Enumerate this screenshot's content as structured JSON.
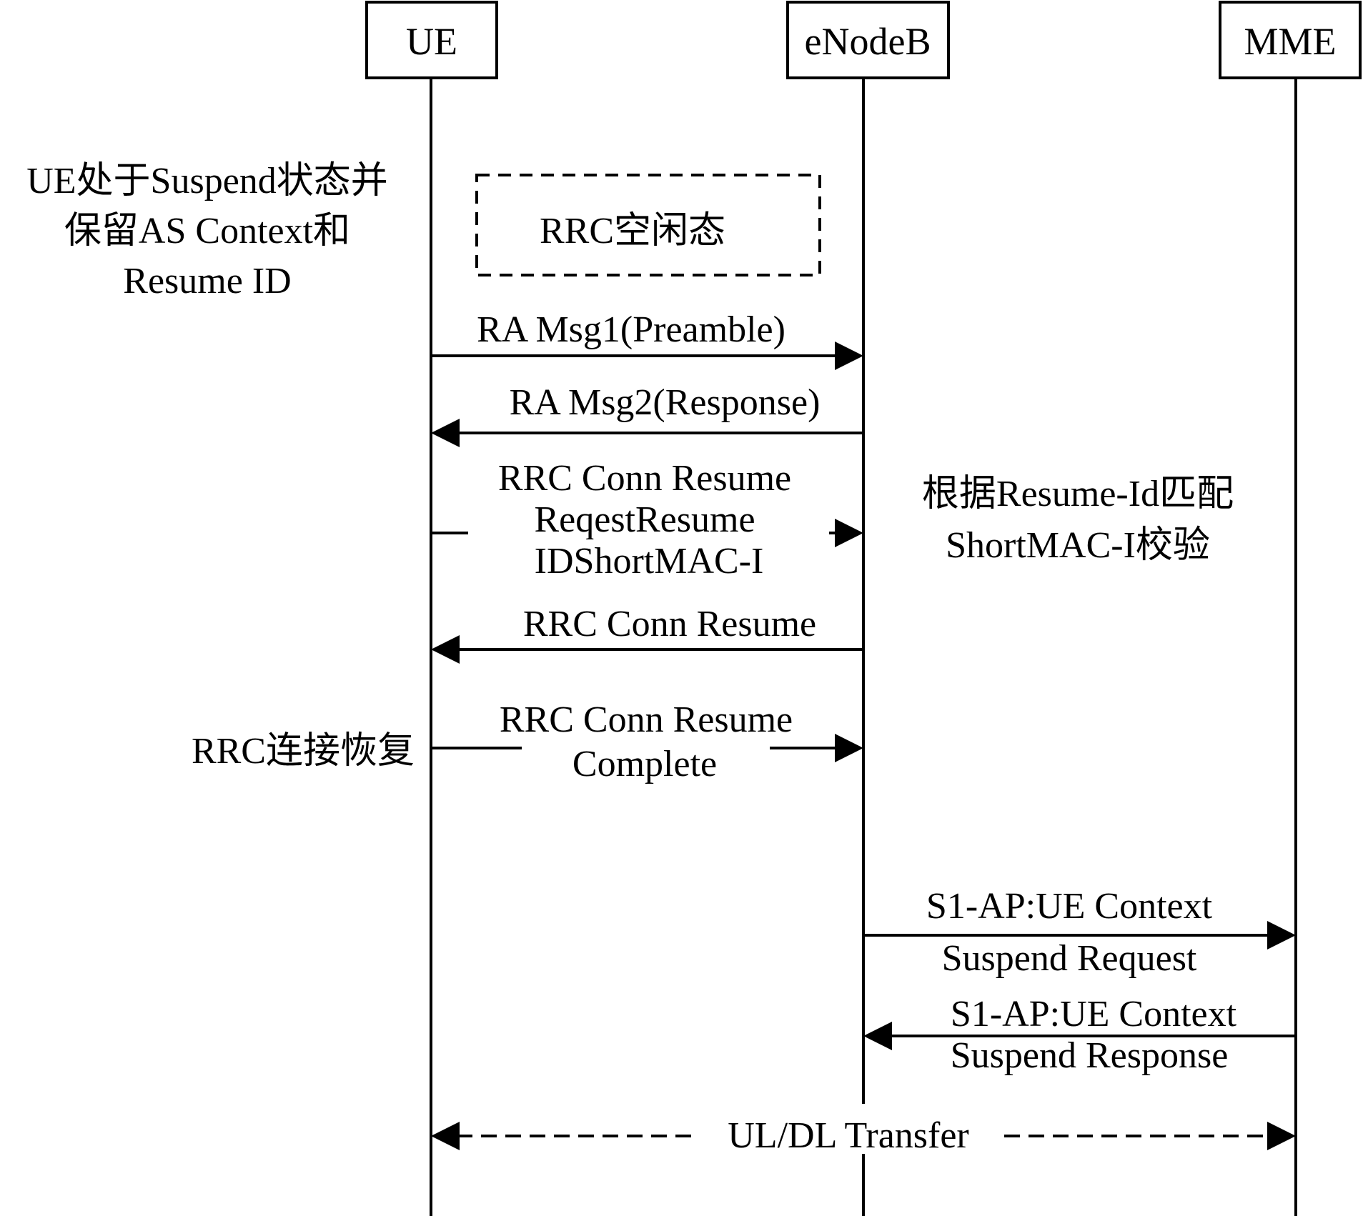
{
  "actors": [
    {
      "id": "ue",
      "label": "UE"
    },
    {
      "id": "enb",
      "label": "eNodeB"
    },
    {
      "id": "mme",
      "label": "MME"
    }
  ],
  "notes": {
    "ue_state": [
      "UE处于Suspend状态并",
      "保留AS Context和",
      "Resume ID"
    ],
    "rrc_idle": "RRC空闲态",
    "enb_check": [
      "根据Resume-Id匹配",
      "ShortMAC-I校验"
    ],
    "rrc_restore": "RRC连接恢复"
  },
  "messages": [
    {
      "id": "msg1",
      "lines": [
        "RA Msg1(Preamble)"
      ]
    },
    {
      "id": "msg2",
      "lines": [
        "RA Msg2(Response)"
      ]
    },
    {
      "id": "msg3",
      "lines": [
        "RRC Conn Resume",
        "ReqestResume",
        "IDShortMAC-I"
      ]
    },
    {
      "id": "msg4",
      "lines": [
        "RRC Conn Resume"
      ]
    },
    {
      "id": "msg5",
      "lines": [
        "RRC Conn Resume",
        "Complete"
      ]
    },
    {
      "id": "msg6",
      "lines": [
        "S1-AP:UE Context",
        "Suspend Request"
      ]
    },
    {
      "id": "msg7",
      "lines": [
        "S1-AP:UE Context",
        "Suspend Response"
      ]
    },
    {
      "id": "msg8",
      "lines": [
        "UL/DL Transfer"
      ]
    }
  ]
}
